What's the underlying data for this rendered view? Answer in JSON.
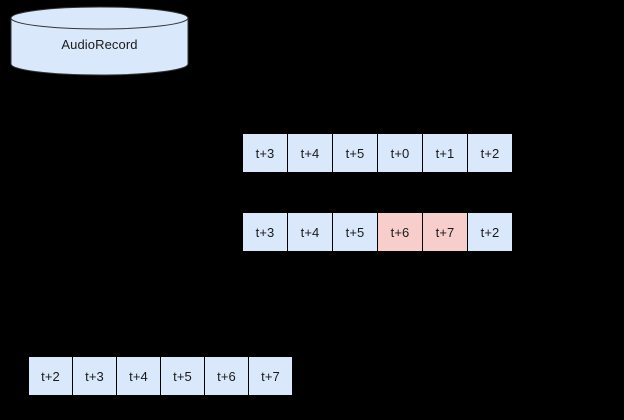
{
  "diagram": {
    "title": "AudioRecord buffer reordering diagram",
    "background_color": "#000000"
  },
  "colors": {
    "fill_blue": "#dae8fc",
    "stroke_blue": "#6c8ebf",
    "fill_pink": "#f8cecc",
    "stroke_pink": "#b85450",
    "stroke_black": "#000000",
    "text": "#1a1a1a"
  },
  "nodes": {
    "datastore": {
      "shape": "cylinder",
      "label": "AudioRecord",
      "fill": "#dae8fc",
      "stroke": "#333333"
    }
  },
  "buffers": [
    {
      "name": "buffer-row-top",
      "cells": [
        {
          "label": "t+3",
          "fill": "#dae8fc"
        },
        {
          "label": "t+4",
          "fill": "#dae8fc"
        },
        {
          "label": "t+5",
          "fill": "#dae8fc"
        },
        {
          "label": "t+0",
          "fill": "#dae8fc"
        },
        {
          "label": "t+1",
          "fill": "#dae8fc"
        },
        {
          "label": "t+2",
          "fill": "#dae8fc"
        }
      ]
    },
    {
      "name": "buffer-row-middle",
      "cells": [
        {
          "label": "t+3",
          "fill": "#dae8fc"
        },
        {
          "label": "t+4",
          "fill": "#dae8fc"
        },
        {
          "label": "t+5",
          "fill": "#dae8fc"
        },
        {
          "label": "t+6",
          "fill": "#f8cecc"
        },
        {
          "label": "t+7",
          "fill": "#f8cecc"
        },
        {
          "label": "t+2",
          "fill": "#dae8fc"
        }
      ]
    },
    {
      "name": "buffer-row-bottom",
      "cells": [
        {
          "label": "t+2",
          "fill": "#dae8fc"
        },
        {
          "label": "t+3",
          "fill": "#dae8fc"
        },
        {
          "label": "t+4",
          "fill": "#dae8fc"
        },
        {
          "label": "t+5",
          "fill": "#dae8fc"
        },
        {
          "label": "t+6",
          "fill": "#dae8fc"
        },
        {
          "label": "t+7",
          "fill": "#dae8fc"
        }
      ]
    }
  ]
}
